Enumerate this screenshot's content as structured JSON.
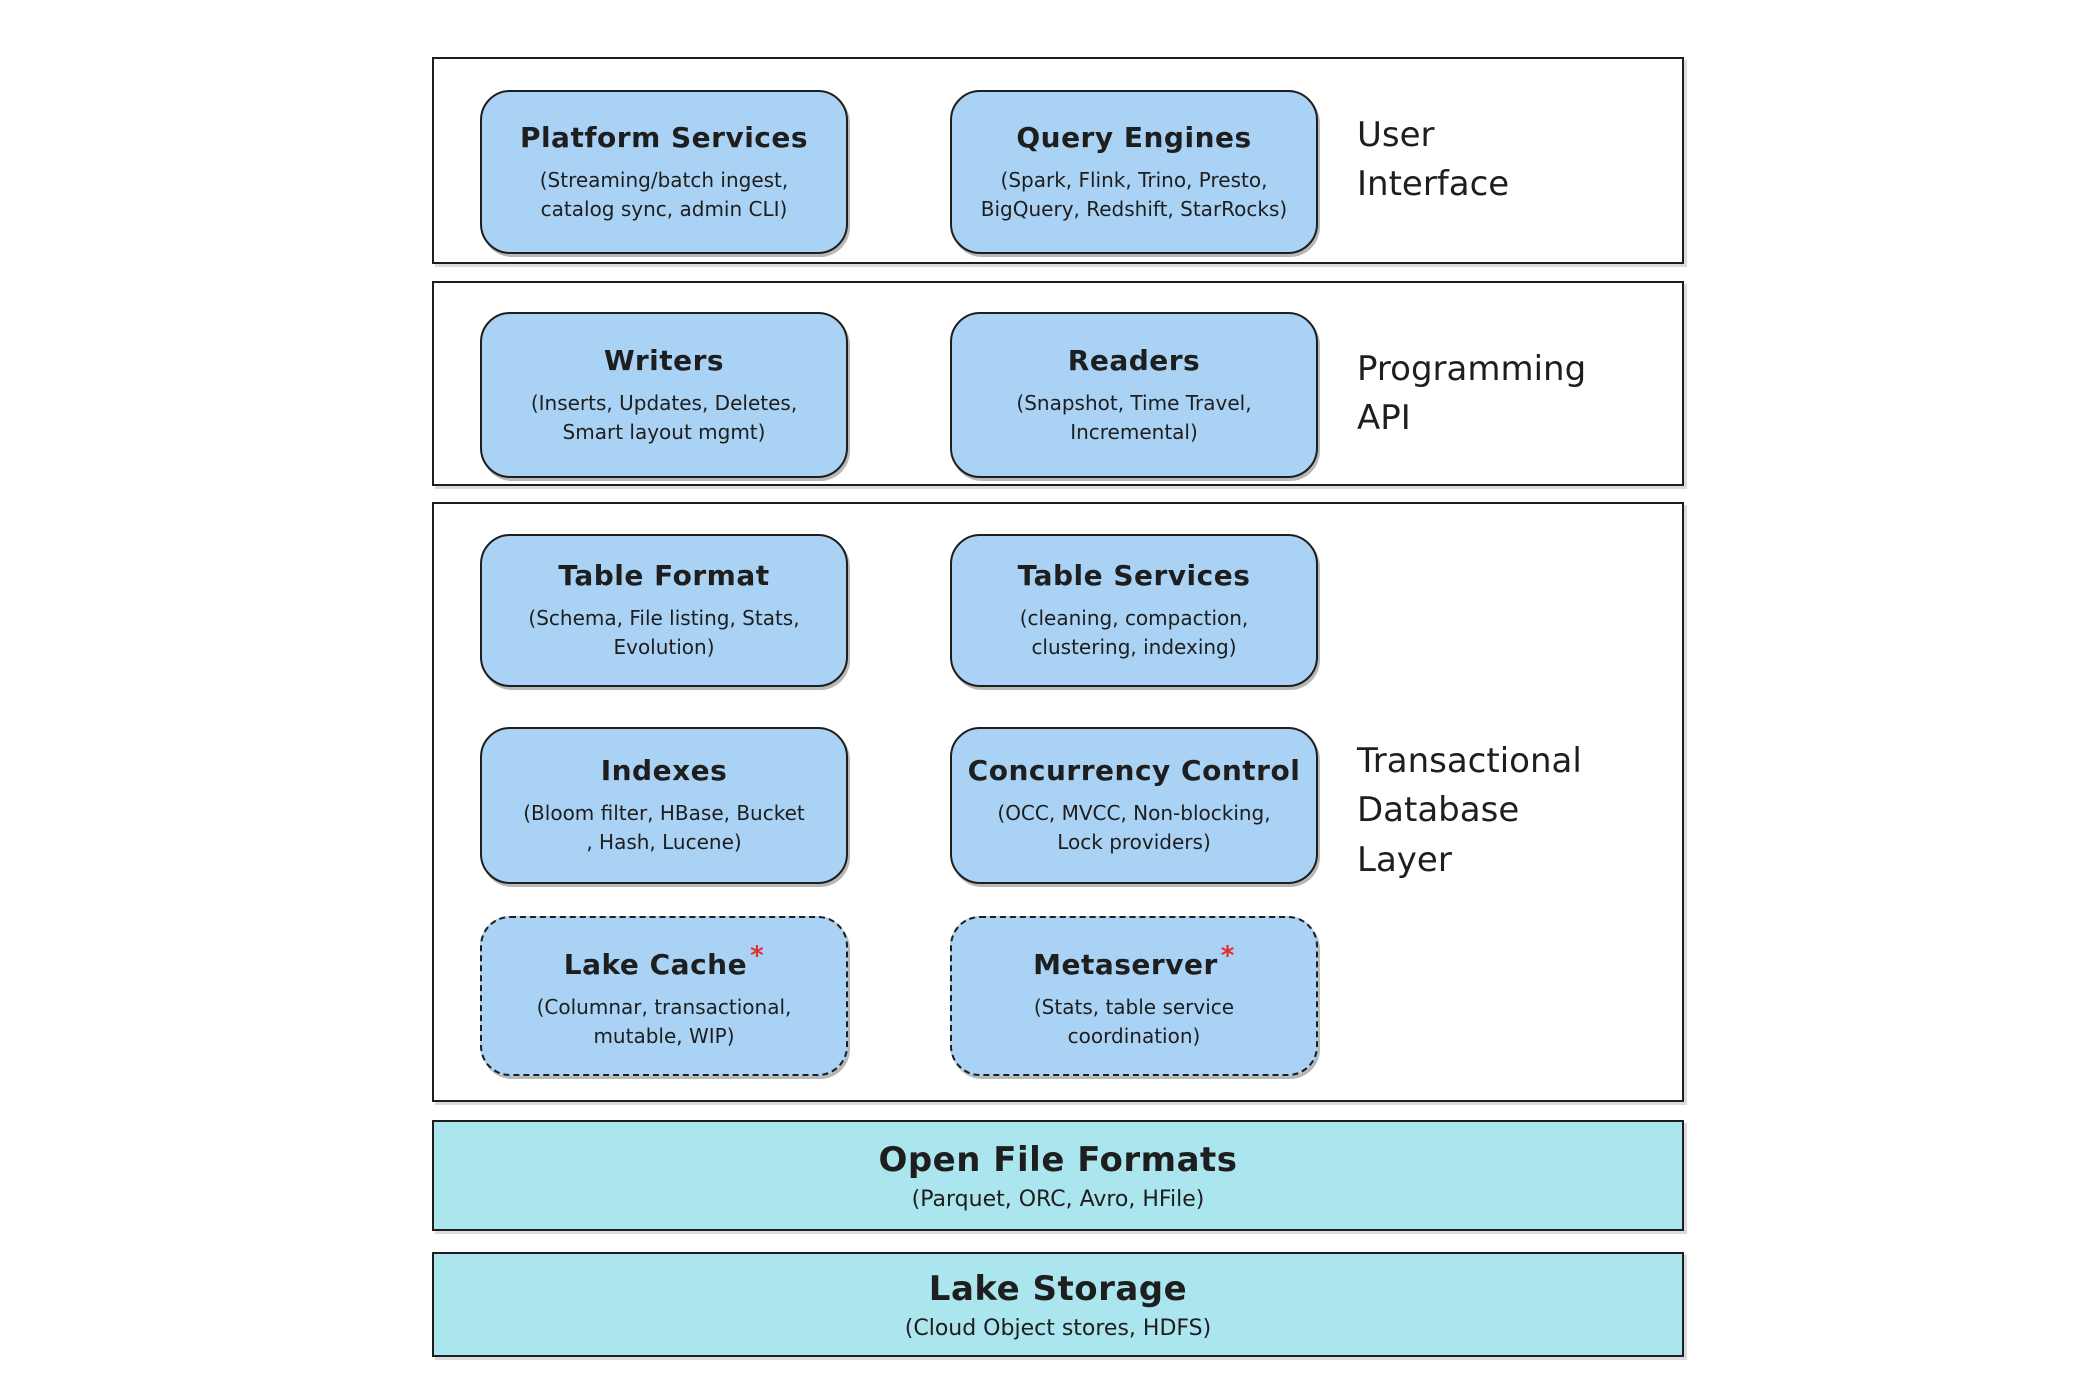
{
  "colors": {
    "box_fill": "#a9d2f4",
    "band_fill": "#abe5ee",
    "border": "#1e1e1e",
    "asterisk_red": "#e03131"
  },
  "sections": [
    {
      "label": "User\nInterface",
      "boxes": [
        {
          "title": "Platform Services",
          "subtitle": "(Streaming/batch ingest,\ncatalog sync, admin CLI)"
        },
        {
          "title": "Query Engines",
          "subtitle": "(Spark, Flink, Trino, Presto,\nBigQuery, Redshift, StarRocks)"
        }
      ]
    },
    {
      "label": "Programming\nAPI",
      "boxes": [
        {
          "title": "Writers",
          "subtitle": "(Inserts, Updates, Deletes,\nSmart layout mgmt)"
        },
        {
          "title": "Readers",
          "subtitle": "(Snapshot, Time Travel,\nIncremental)"
        }
      ]
    },
    {
      "label": "Transactional\nDatabase\nLayer",
      "boxes": [
        {
          "title": "Table Format",
          "subtitle": "(Schema, File listing, Stats,\nEvolution)"
        },
        {
          "title": "Table Services",
          "subtitle": "(cleaning, compaction,\nclustering, indexing)"
        },
        {
          "title": "Indexes",
          "subtitle": "(Bloom filter, HBase, Bucket\n, Hash, Lucene)"
        },
        {
          "title": "Concurrency Control",
          "subtitle": "(OCC, MVCC, Non-blocking,\nLock providers)"
        },
        {
          "title": "Lake Cache",
          "asterisk": "*",
          "subtitle": "(Columnar, transactional,\nmutable, WIP)"
        },
        {
          "title": "Metaserver",
          "asterisk": "*",
          "subtitle": "(Stats, table service\ncoordination)"
        }
      ]
    }
  ],
  "bands": [
    {
      "title": "Open File Formats",
      "subtitle": "(Parquet, ORC, Avro, HFile)"
    },
    {
      "title": "Lake Storage",
      "subtitle": "(Cloud Object stores, HDFS)"
    }
  ]
}
